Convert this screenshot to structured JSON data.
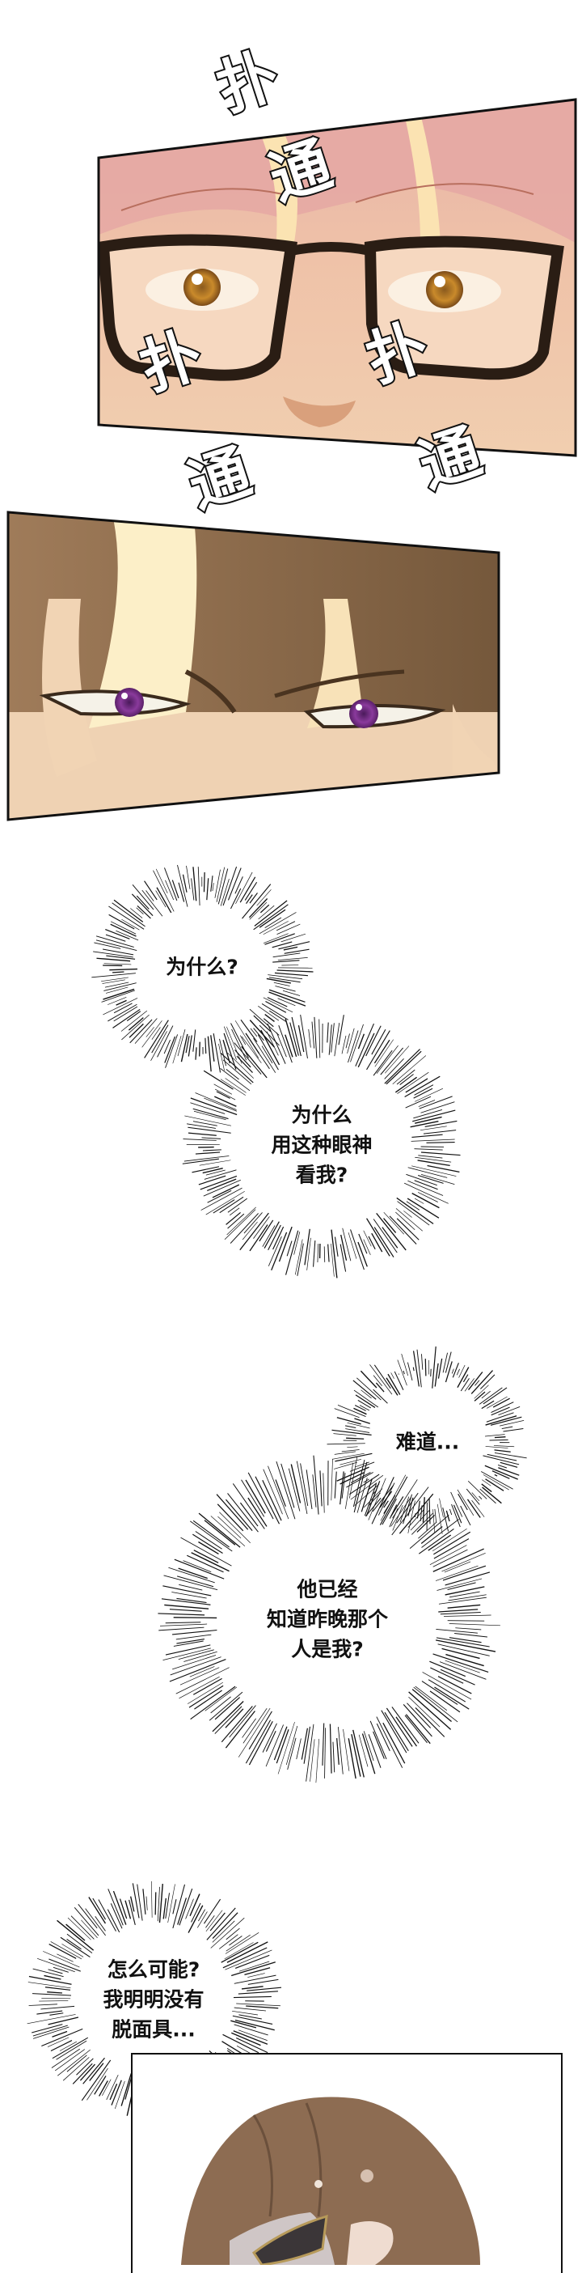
{
  "page": {
    "type": "vertical comic strip",
    "background": "#ffffff"
  },
  "panels": [
    {
      "id": "panel-1",
      "description": "close-up of pink-haired character wearing black glasses, amber eyes",
      "colors": {
        "hair": "#e8b4a8",
        "skin": "#f2c9a6",
        "frame": "#2a1d14",
        "iris": "#c98a2b"
      }
    },
    {
      "id": "panel-2",
      "description": "close-up of brown-haired character with purple eyes",
      "colors": {
        "hair": "#8a6a48",
        "skin": "#f1d4b4",
        "iris": "#8a3a9c"
      }
    },
    {
      "id": "panel-3",
      "description": "brown-haired character looking down wearing a dark masquerade mask",
      "colors": {
        "hair": "#8d6c52",
        "mask": "#3b3638",
        "trim": "#b79a5a"
      }
    }
  ],
  "sound_effects": {
    "heartbeat": [
      {
        "text": "扑",
        "position": "top-center"
      },
      {
        "text": "通",
        "position": "center"
      },
      {
        "text": "扑",
        "position": "lower-left"
      },
      {
        "text": "扑",
        "position": "lower-right"
      },
      {
        "text": "通",
        "position": "bottom-left"
      },
      {
        "text": "通",
        "position": "bottom-right"
      }
    ]
  },
  "thought_bursts": [
    {
      "lines": [
        "为什么?"
      ]
    },
    {
      "lines": [
        "为什么",
        "用这种眼神",
        "看我?"
      ]
    },
    {
      "lines": [
        "难道..."
      ]
    },
    {
      "lines": [
        "他已经",
        "知道昨晚那个",
        "人是我?"
      ]
    },
    {
      "lines": [
        "怎么可能?",
        "我明明没有",
        "脱面具..."
      ]
    }
  ]
}
